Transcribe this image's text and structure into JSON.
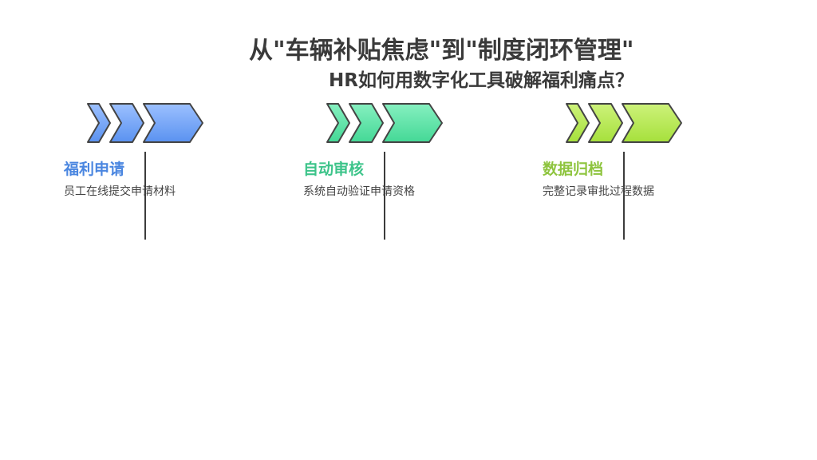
{
  "header": {
    "title": "从\"车辆补贴焦虑\"到\"制度闭环管理\"",
    "subtitle": "HR如何用数字化工具破解福利痛点？"
  },
  "steps": [
    {
      "title": "福利申请",
      "description": "员工在线提交申请材料",
      "color": "#4a86e0",
      "fill_light": "#9cc0ff",
      "fill_dark": "#5a92f0"
    },
    {
      "title": "自动审核",
      "description": "系统自动验证申请资格",
      "color": "#3dc48a",
      "fill_light": "#86f0c0",
      "fill_dark": "#44d896"
    },
    {
      "title": "数据归档",
      "description": "完整记录审批过程数据",
      "color": "#8ec43e",
      "fill_light": "#cdf27a",
      "fill_dark": "#a6e03c"
    }
  ]
}
